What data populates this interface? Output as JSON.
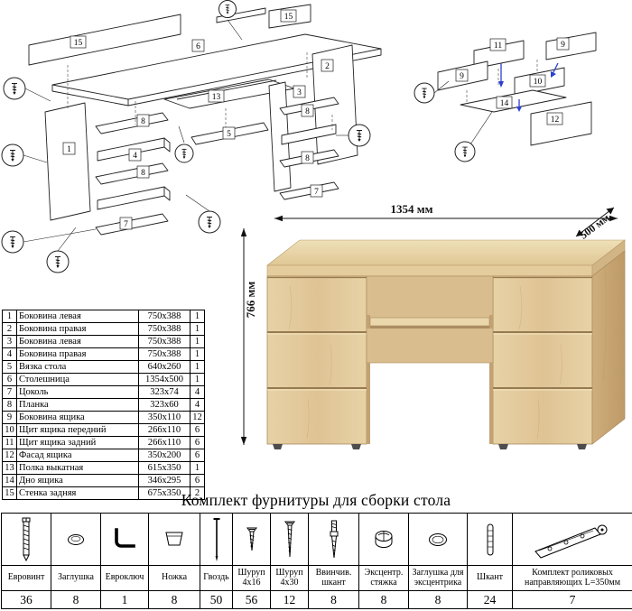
{
  "page": {
    "hardware_title": "Комплект фурнитуры для сборки стола"
  },
  "desk_dimensions": {
    "width": "1354 мм",
    "depth": "500 мм",
    "height": "766 мм"
  },
  "parts_table": {
    "rows": [
      [
        "1",
        "Боковина левая",
        "750x388",
        "1"
      ],
      [
        "2",
        "Боковина правая",
        "750x388",
        "1"
      ],
      [
        "3",
        "Боковина левая",
        "750x388",
        "1"
      ],
      [
        "4",
        "Боковина правая",
        "750x388",
        "1"
      ],
      [
        "5",
        "Вязка стола",
        "640x260",
        "1"
      ],
      [
        "6",
        "Столешница",
        "1354x500",
        "1"
      ],
      [
        "7",
        "Цоколь",
        "323x74",
        "4"
      ],
      [
        "8",
        "Планка",
        "323x60",
        "4"
      ],
      [
        "9",
        "Боковина ящика",
        "350x110",
        "12"
      ],
      [
        "10",
        "Щит ящика передний",
        "266x110",
        "6"
      ],
      [
        "11",
        "Щит ящика задний",
        "266x110",
        "6"
      ],
      [
        "12",
        "Фасад ящика",
        "350x200",
        "6"
      ],
      [
        "13",
        "Полка выкатная",
        "615x350",
        "1"
      ],
      [
        "14",
        "Дно ящика",
        "346x295",
        "6"
      ],
      [
        "15",
        "Стенка задняя",
        "675x350",
        "2"
      ]
    ]
  },
  "hardware": {
    "items": [
      {
        "icon": "euro-screw-icon",
        "name": "Евровинт",
        "qty": "36"
      },
      {
        "icon": "plug-icon",
        "name": "Заглушка",
        "qty": "8"
      },
      {
        "icon": "hex-key-icon",
        "name": "Евроключ",
        "qty": "1"
      },
      {
        "icon": "foot-icon",
        "name": "Ножка",
        "qty": "8"
      },
      {
        "icon": "nail-icon",
        "name": "Гвоздь",
        "qty": "50"
      },
      {
        "icon": "screw-16-icon",
        "name": "Шуруп 4x16",
        "qty": "56"
      },
      {
        "icon": "screw-30-icon",
        "name": "Шуруп 4x30",
        "qty": "12"
      },
      {
        "icon": "dowel-screw-icon",
        "name": "Ввинчив. шкант",
        "qty": "8"
      },
      {
        "icon": "cam-lock-icon",
        "name": "Эксцентр. стяжка",
        "qty": "8"
      },
      {
        "icon": "cam-cover-icon",
        "name": "Заглушка для эксцентрика",
        "qty": "8"
      },
      {
        "icon": "dowel-icon",
        "name": "Шкант",
        "qty": "24"
      },
      {
        "icon": "drawer-slide-icon",
        "name": "Комплект роликовых направляющих L=350мм",
        "qty": "7"
      }
    ]
  },
  "main_diagram": {
    "labels": [
      "15",
      "6",
      "15",
      "2",
      "1",
      "8",
      "4",
      "8",
      "7",
      "13",
      "3",
      "8",
      "8",
      "7",
      "5"
    ]
  },
  "drawer_diagram": {
    "labels": [
      "11",
      "9",
      "9",
      "10",
      "14",
      "12"
    ]
  },
  "colors": {
    "oak_light": "#e9d6ae",
    "oak_mid": "#dfc394",
    "oak_dark": "#bd9a66",
    "line": "#222222",
    "arrow_blue": "#2b3fd0"
  }
}
